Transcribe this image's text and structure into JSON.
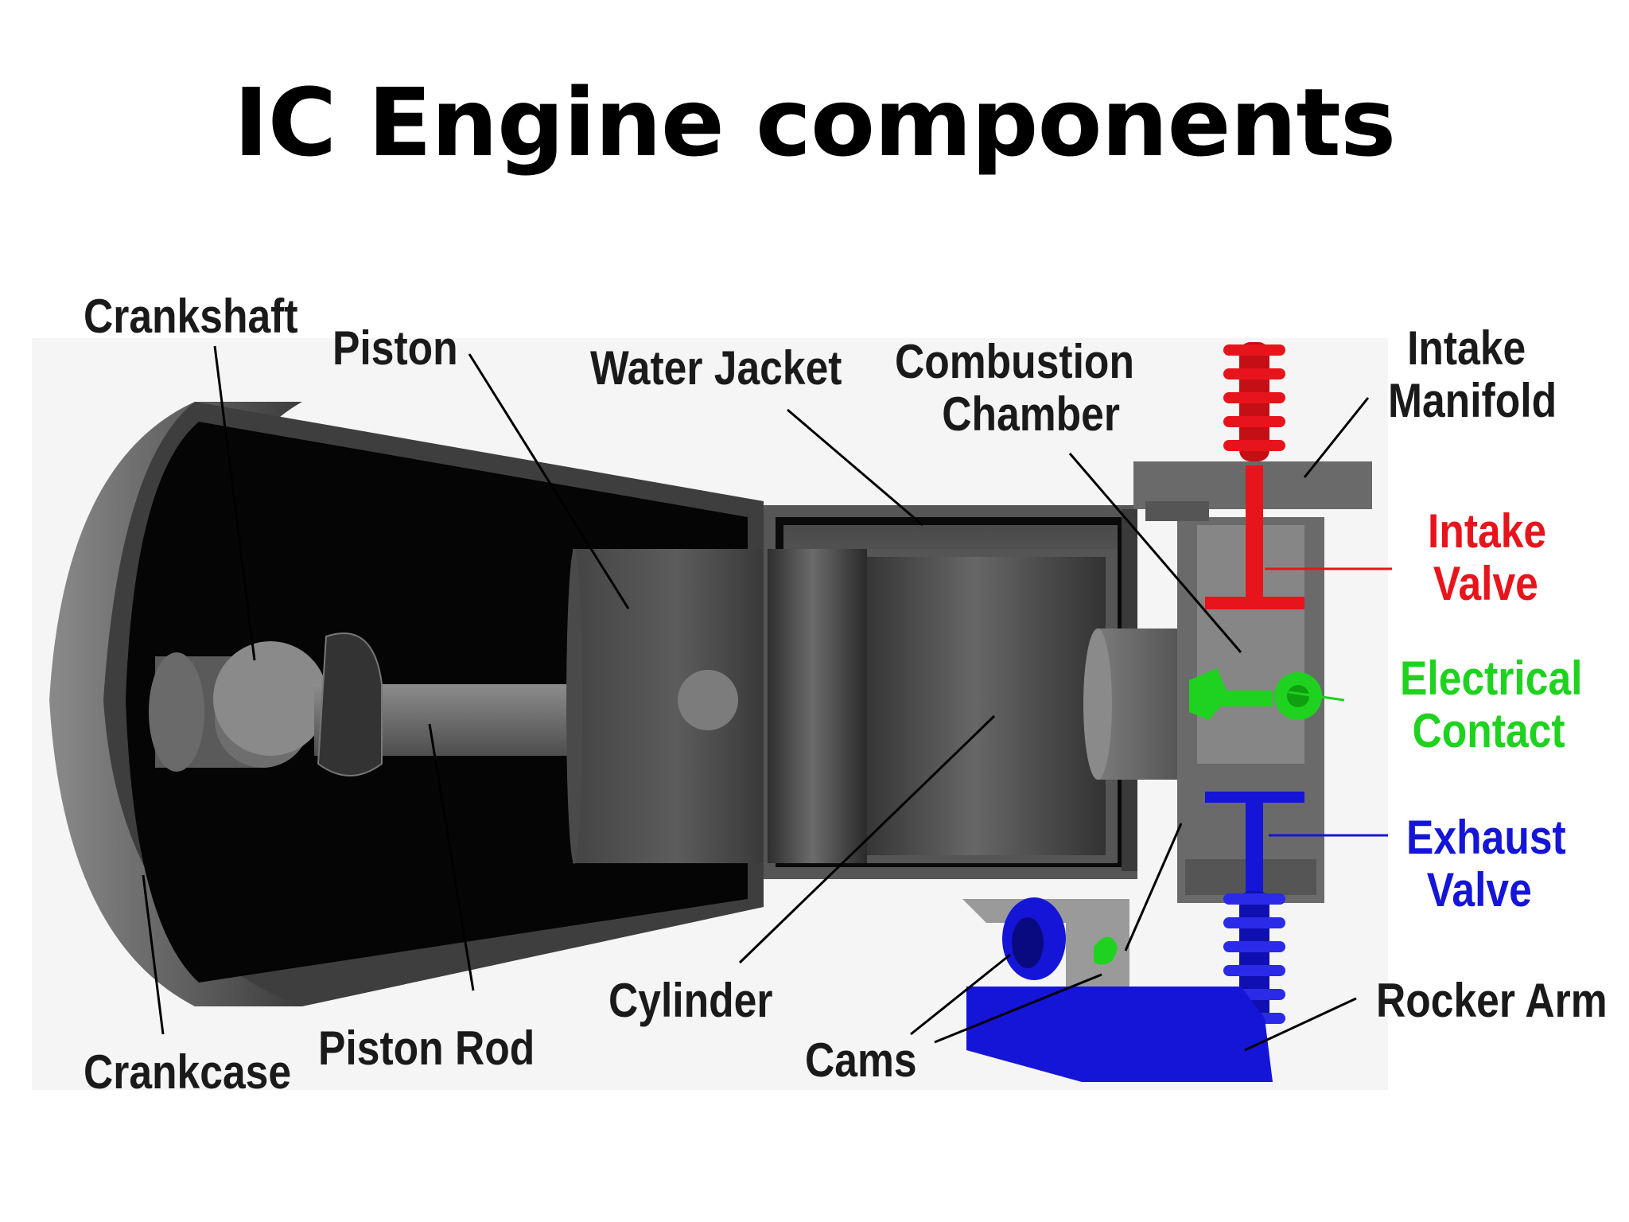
{
  "title": "IC Engine components",
  "labels": {
    "crankshaft": "Crankshaft",
    "piston": "Piston",
    "water_jacket": "Water  Jacket",
    "combustion_chamber": [
      "Combustion",
      "Chamber"
    ],
    "intake_manifold": [
      "Intake",
      "Manifold"
    ],
    "intake_valve": [
      "Intake",
      "Valve"
    ],
    "electrical_contact": [
      "Electrical",
      "Contact"
    ],
    "exhaust_valve": [
      "Exhaust",
      "Valve"
    ],
    "rocker_arm": "Rocker Arm",
    "cams": "Cams",
    "cylinder": "Cylinder",
    "piston_rod": "Piston  Rod",
    "crankcase": "Crankcase"
  },
  "colors": {
    "intake": "#e8141c",
    "electrical": "#1fd21f",
    "exhaust": "#1515d8",
    "metal": "#6e6e6e",
    "dark": "#0a0a0a"
  }
}
